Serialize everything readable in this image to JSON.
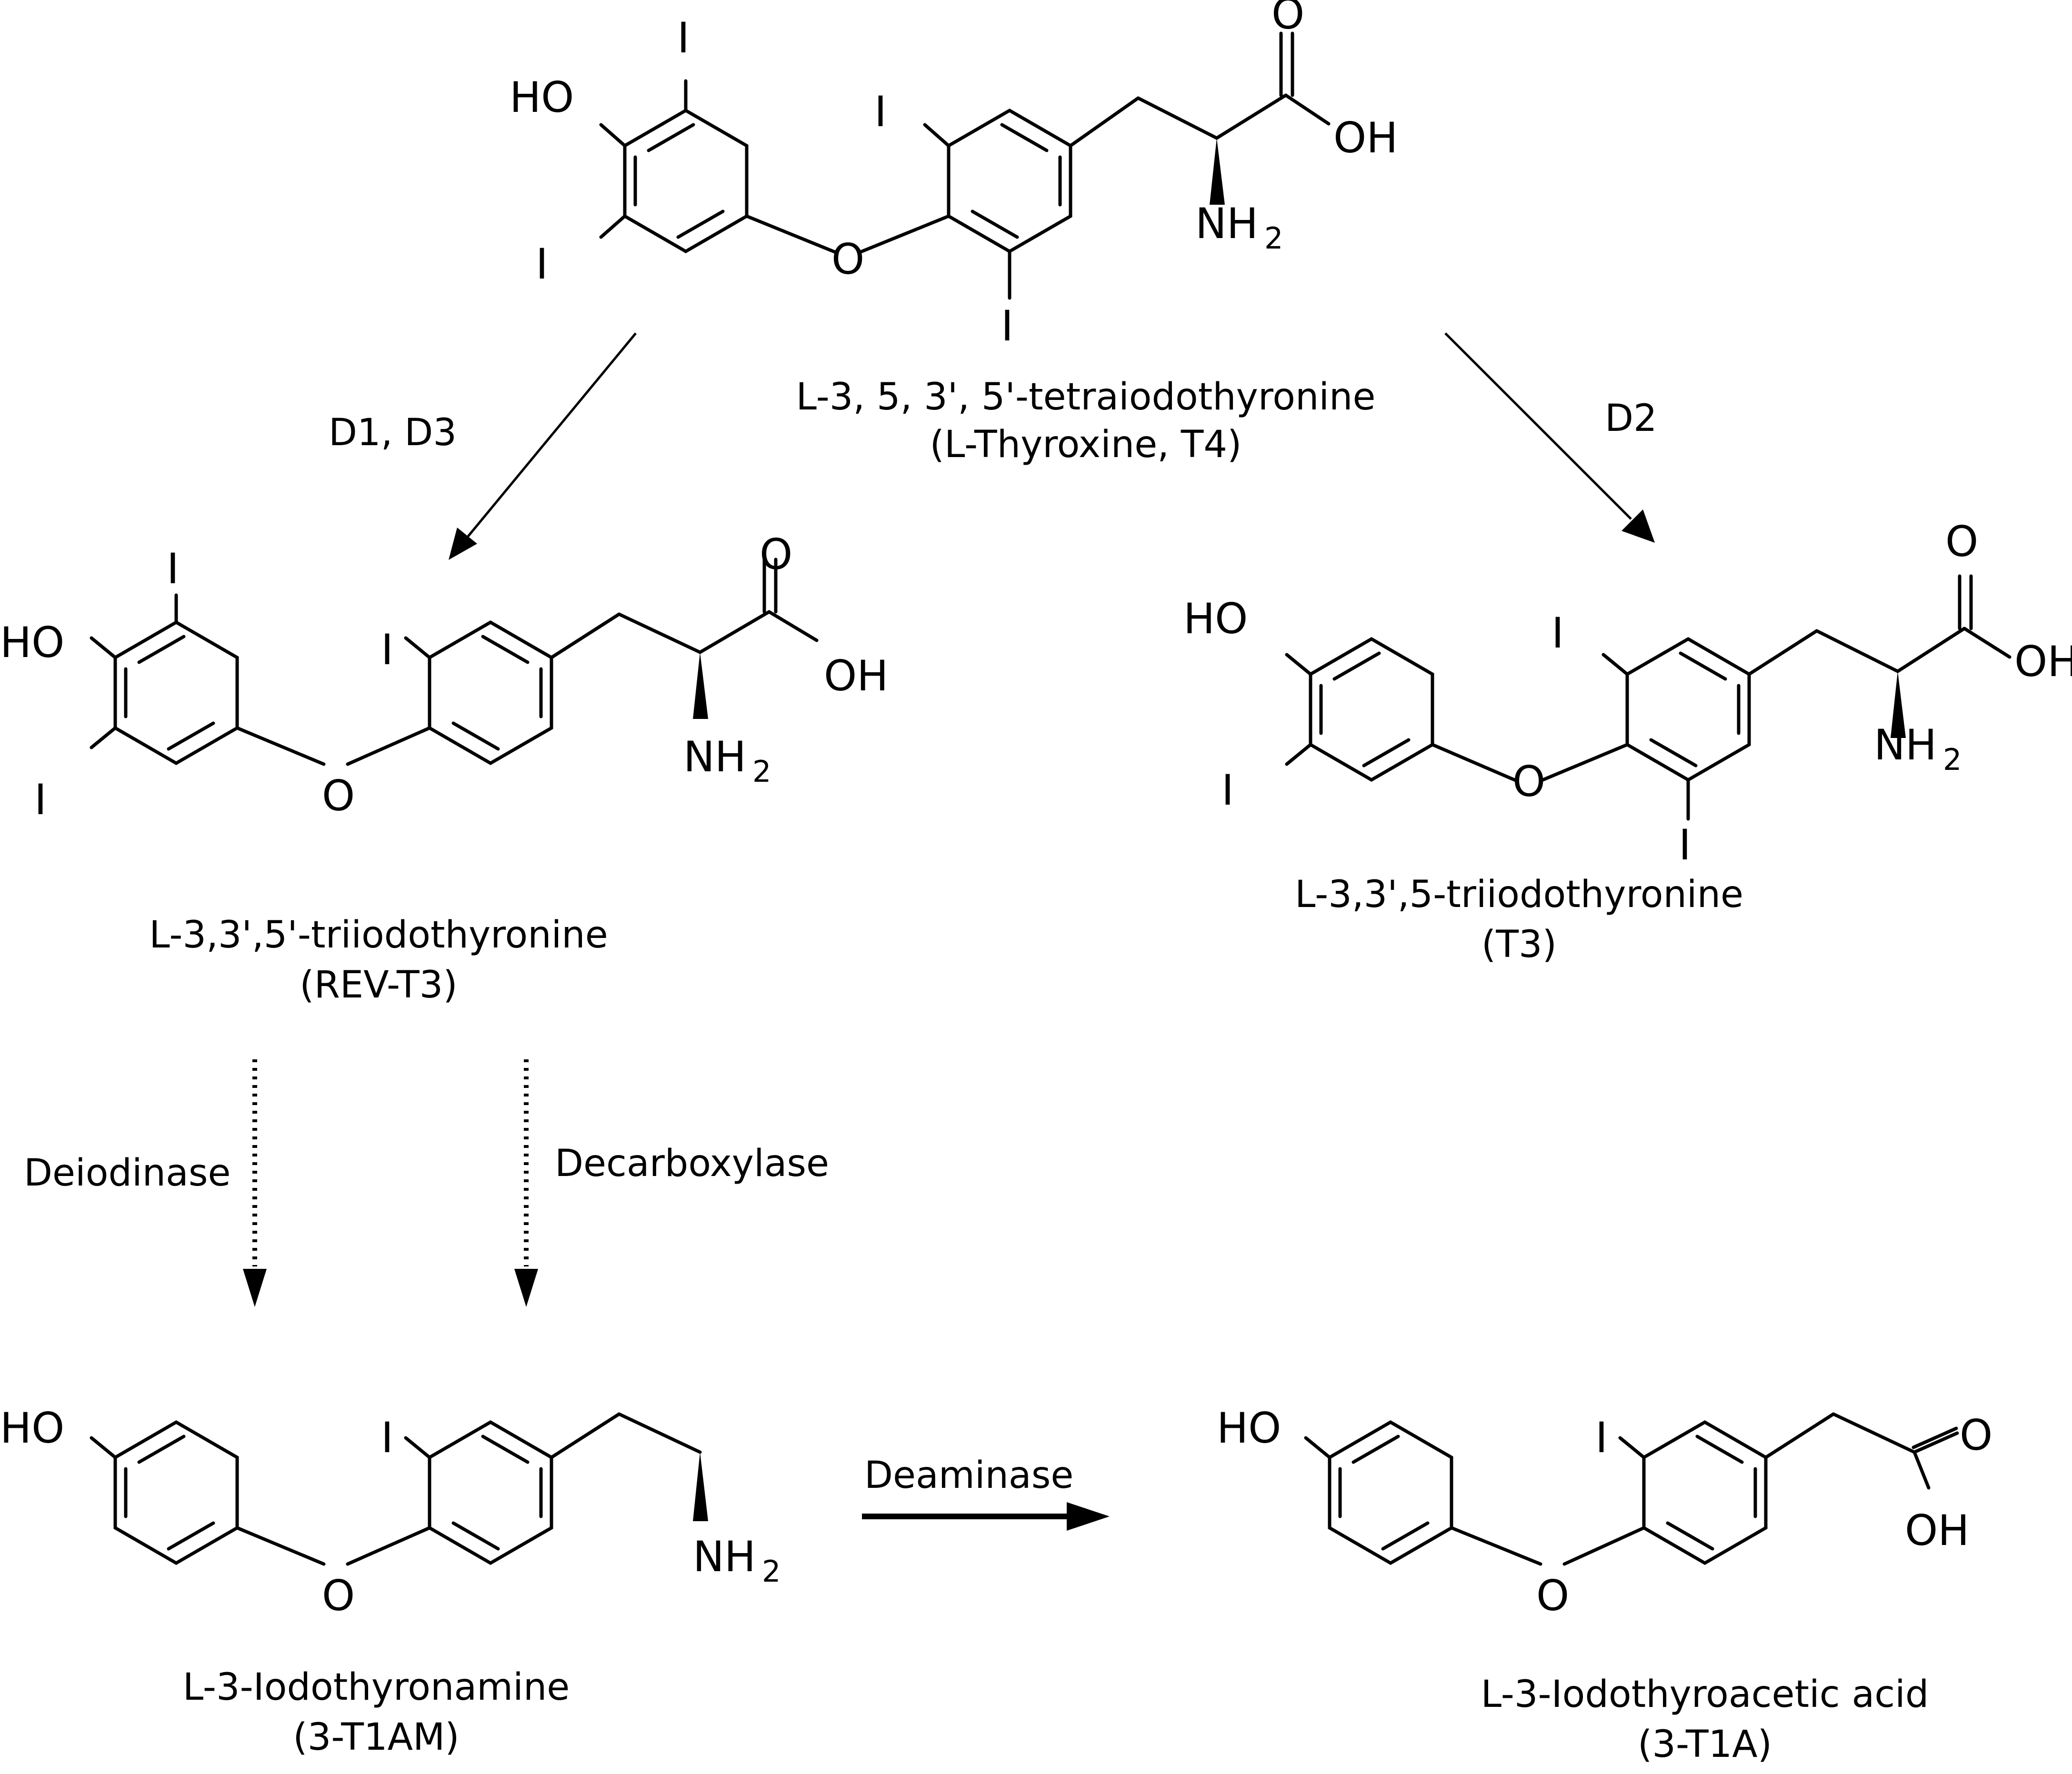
{
  "atoms": {
    "hydroxyl": "HO",
    "iodine": "I",
    "oxygen": "O",
    "acid_o": "O",
    "acid_oh": "OH",
    "amine_n": "NH",
    "amine_sub": "2"
  },
  "compounds": {
    "t4": {
      "name": "L-3, 5, 3', 5'-tetraiodothyronine",
      "abbrev": "(L-Thyroxine, T4)"
    },
    "rev_t3": {
      "name": "L-3,3',5'-triiodothyronine",
      "abbrev": "(REV-T3)"
    },
    "t3": {
      "name": "L-3,3',5-triiodothyronine",
      "abbrev": "(T3)"
    },
    "t1am": {
      "name": "L-3-Iodothyronamine",
      "abbrev": "(3-T1AM)"
    },
    "t1a": {
      "name": "L-3-Iodothyroacetic acid",
      "abbrev": "(3-T1A)"
    }
  },
  "enzymes": {
    "d1_d3": "D1, D3",
    "d2": "D2",
    "deiodinase": "Deiodinase",
    "decarboxylase": "Decarboxylase",
    "deaminase": "Deaminase"
  }
}
